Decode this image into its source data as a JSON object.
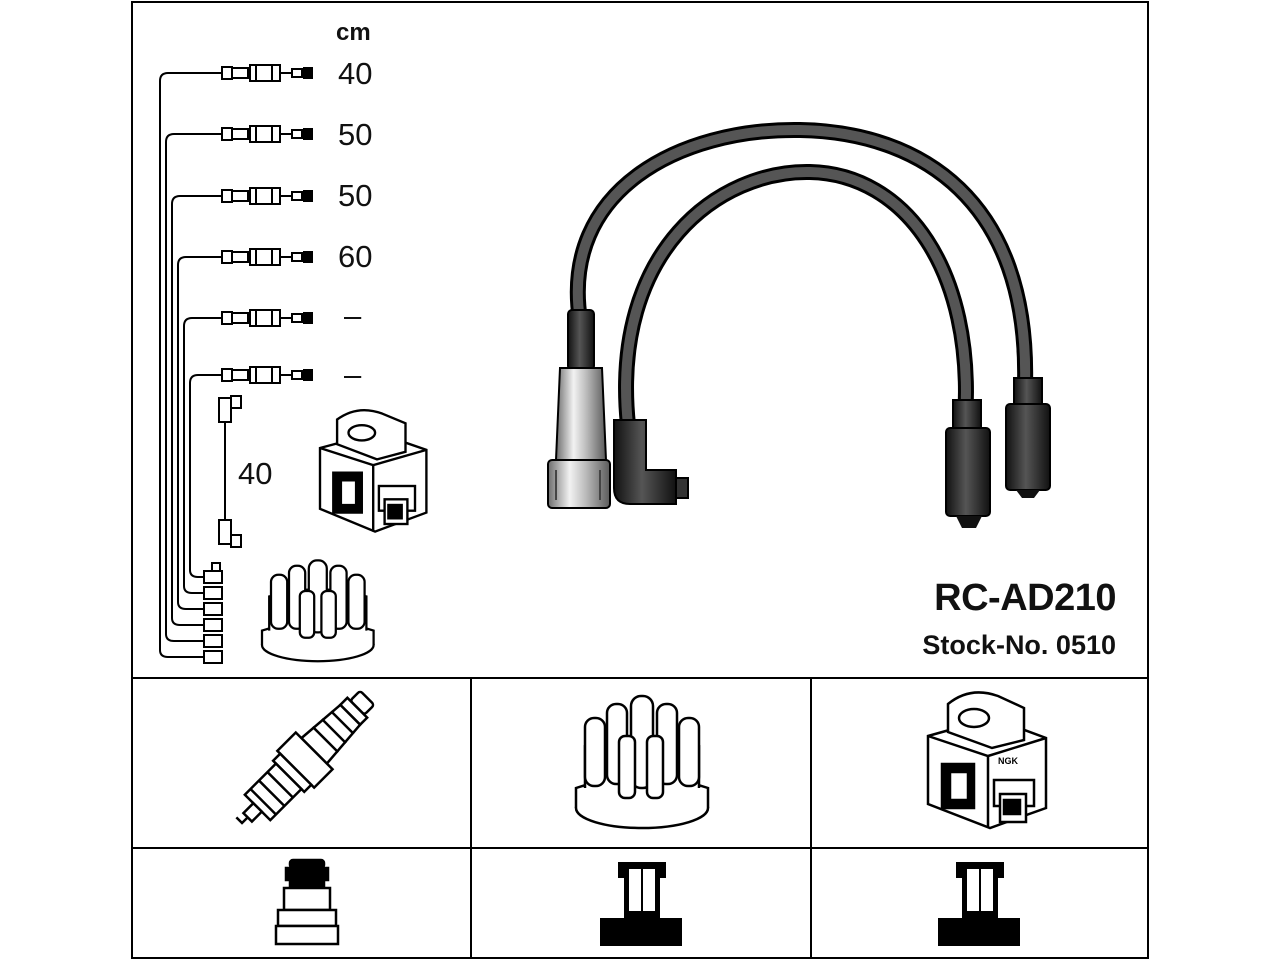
{
  "unit": "cm",
  "cable_lengths": [
    "40",
    "50",
    "50",
    "60",
    "–",
    "–"
  ],
  "coil_lead_length": "40",
  "model": "RC-AD210",
  "stock": "Stock-No. 0510",
  "coil_badge": "NGK",
  "icons": {
    "spark_plug": "spark-plug-icon",
    "distributor_cap": "distributor-cap-icon",
    "ignition_coil": "ignition-coil-icon",
    "plug_terminal": "plug-terminal-icon",
    "cap_socket": "cap-socket-icon",
    "coil_socket": "coil-socket-icon"
  }
}
